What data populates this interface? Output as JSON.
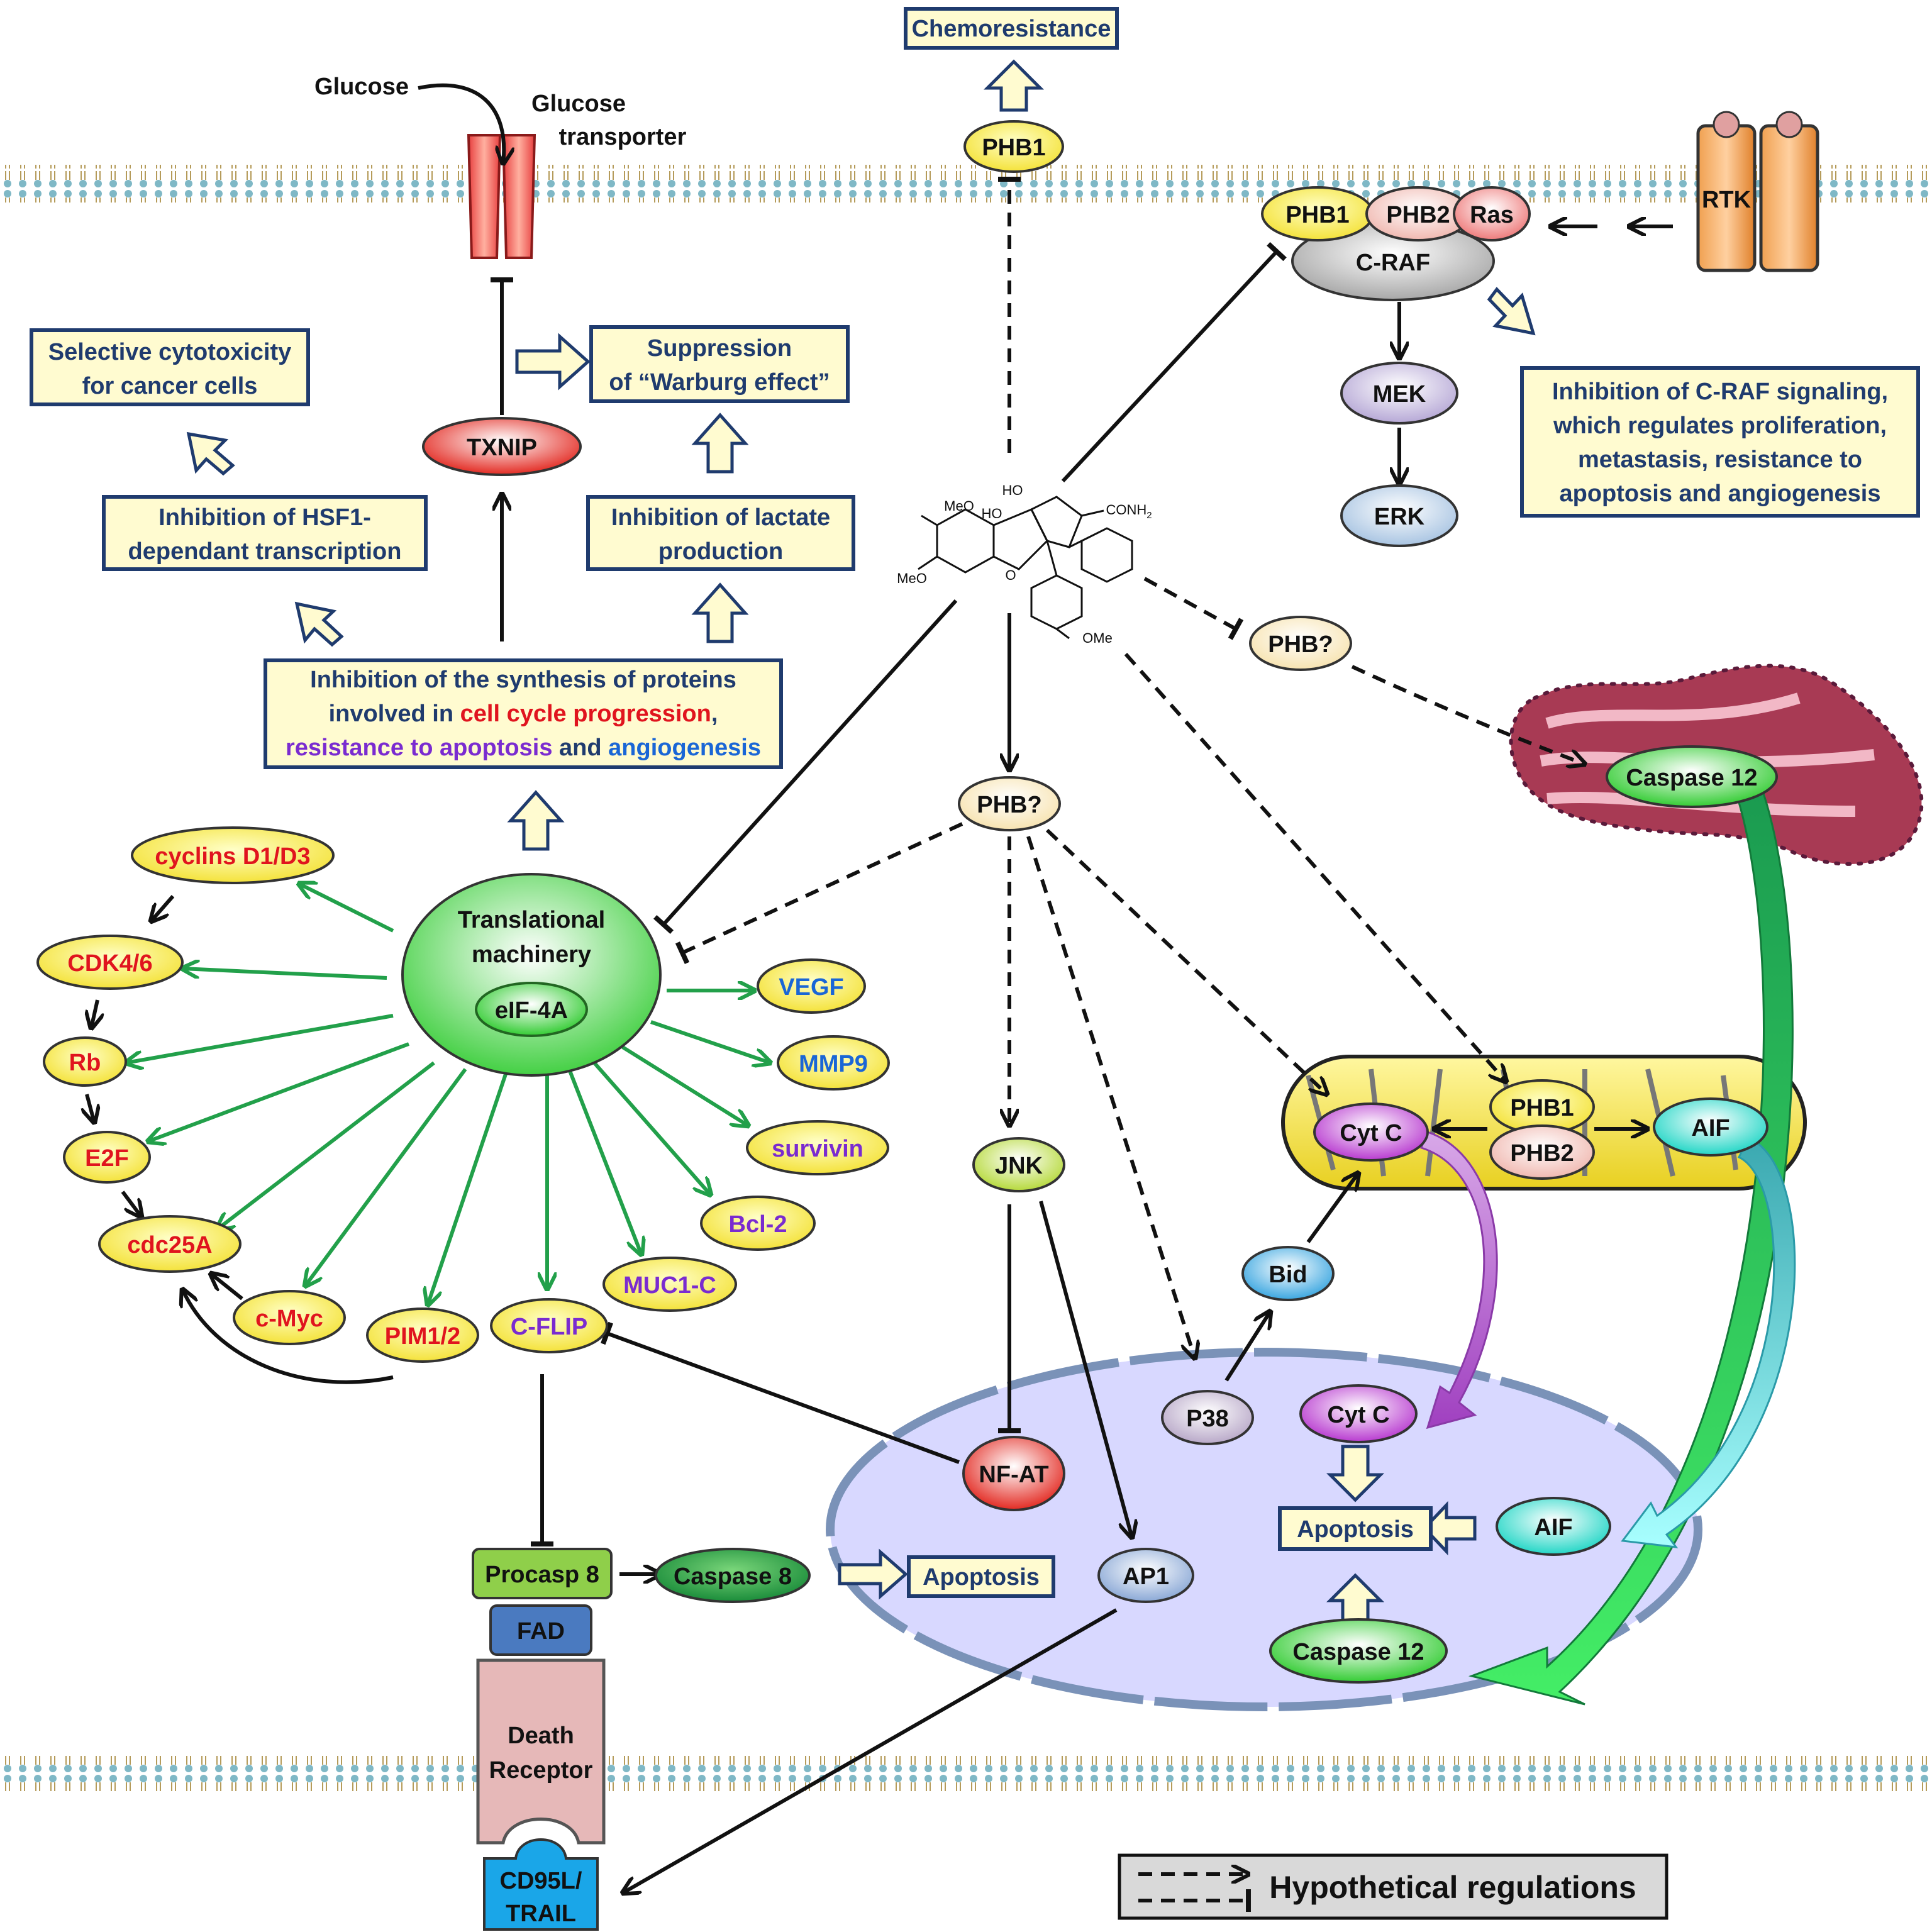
{
  "top": {
    "chemoresistance": "Chemoresistance",
    "phb1_top": "PHB1",
    "glucose": "Glucose",
    "glucose_transporter_1": "Glucose",
    "glucose_transporter_2": "transporter"
  },
  "raf": {
    "phb1": "PHB1",
    "phb2": "PHB2",
    "ras": "Ras",
    "craf": "C-RAF",
    "rtk": "RTK",
    "mek": "MEK",
    "erk": "ERK",
    "inhibition_lines": [
      "Inhibition of C-RAF signaling,",
      "which regulates proliferation,",
      "metastasis, resistance to",
      "apoptosis and angiogenesis"
    ]
  },
  "boxes": {
    "selective": [
      "Selective cytotoxicity",
      "for cancer cells"
    ],
    "warburg": [
      "Suppression",
      "of “Warburg effect”"
    ],
    "hsf1": [
      "Inhibition of HSF1-",
      "dependant transcription"
    ],
    "lactate": [
      "Inhibition of lactate",
      "production"
    ],
    "synthesis_line1": "Inhibition of the synthesis of proteins",
    "synthesis_line2_a": "involved in ",
    "synthesis_line2_b": "cell cycle progression",
    "synthesis_line2_c": ",",
    "synthesis_line3_a": "resistance to apoptosis",
    "synthesis_line3_b": " and ",
    "synthesis_line3_c": "angiogenesis"
  },
  "txnip": "TXNIP",
  "molecule": {
    "meo1": "MeO",
    "meo2": "MeO",
    "ho1": "HO",
    "ho2": "HO",
    "conh": "CONH",
    "sub2": "2",
    "ome": "OMe",
    "o": "O"
  },
  "translation": {
    "line1": "Translational",
    "line2": "machinery",
    "eif": "eIF-4A"
  },
  "targets": {
    "cyclins": "cyclins D1/D3",
    "cdk": "CDK4/6",
    "rb": "Rb",
    "e2f": "E2F",
    "cdc25a": "cdc25A",
    "cmyc": "c-Myc",
    "pim": "PIM1/2",
    "cflip": "C-FLIP",
    "muc1c": "MUC1-C",
    "bcl2": "Bcl-2",
    "survivin": "survivin",
    "mmp9": "MMP9",
    "vegf": "VEGF"
  },
  "phb_mid": {
    "phb_center": "PHB?",
    "phb_right": "PHB?"
  },
  "signaling": {
    "jnk": "JNK",
    "nfat": "NF-AT",
    "ap1": "AP1",
    "p38": "P38",
    "bid": "Bid"
  },
  "mito": {
    "cytc": "Cyt C",
    "phb1": "PHB1",
    "phb2": "PHB2",
    "aif": "AIF"
  },
  "er": {
    "casp12": "Caspase 12"
  },
  "nucleus": {
    "cytc": "Cyt C",
    "apoptosis": "Apoptosis",
    "aif": "AIF",
    "casp12": "Caspase 12"
  },
  "death": {
    "procasp8": "Procasp 8",
    "casp8": "Caspase 8",
    "apoptosis": "Apoptosis",
    "fad": "FAD",
    "receptor1": "Death",
    "receptor2": "Receptor",
    "cd95_1": "CD95L/",
    "cd95_2": "TRAIL"
  },
  "legend": {
    "text": "Hypothetical regulations"
  },
  "colors": {
    "box_border": "#1f3b6e",
    "box_fill": "#fffbd0",
    "green_arrow": "#22a04a",
    "red_text": "#e0141e",
    "purple_text": "#7a2bd0",
    "blue_text": "#1a66d6",
    "nucleus_fill": "#d8d8ff"
  }
}
